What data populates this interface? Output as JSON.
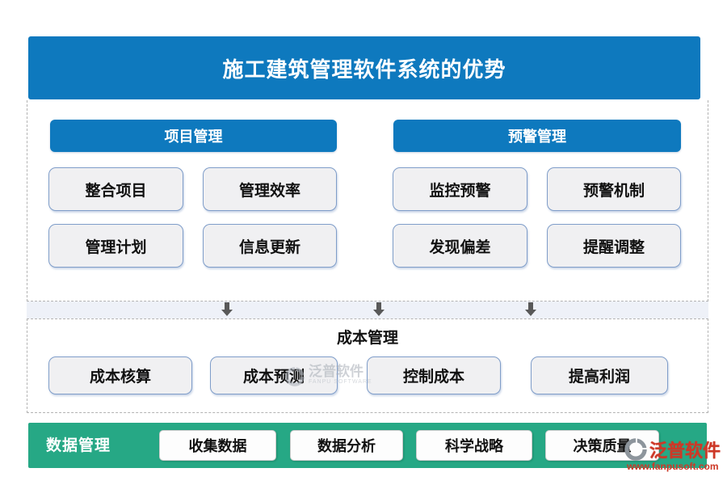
{
  "title": "施工建筑管理软件系统的优势",
  "sections": {
    "project": {
      "header": "项目管理",
      "items": [
        "整合项目",
        "管理效率",
        "管理计划",
        "信息更新"
      ]
    },
    "warning": {
      "header": "预警管理",
      "items": [
        "监控预警",
        "预警机制",
        "发现偏差",
        "提醒调整"
      ]
    },
    "cost": {
      "header": "成本管理",
      "items": [
        "成本核算",
        "成本预测",
        "控制成本",
        "提高利润"
      ]
    },
    "data": {
      "header": "数据管理",
      "items": [
        "收集数据",
        "数据分析",
        "科学战略",
        "决策质量"
      ]
    }
  },
  "watermark_center": {
    "brand": "泛普软件",
    "sub": "FANPU SOFTWARE"
  },
  "watermark_corner": {
    "brand": "泛普软件",
    "url": "www.fanpusoft.com"
  },
  "colors": {
    "primary_blue": "#0E79BE",
    "teal_green": "#26A885",
    "arrow_gray": "#595959",
    "strip_bg": "#EEF1F8",
    "button_fill": "#F0F0F2",
    "button_border": "#7F9DC9",
    "watermark_red": "#CD3827"
  }
}
